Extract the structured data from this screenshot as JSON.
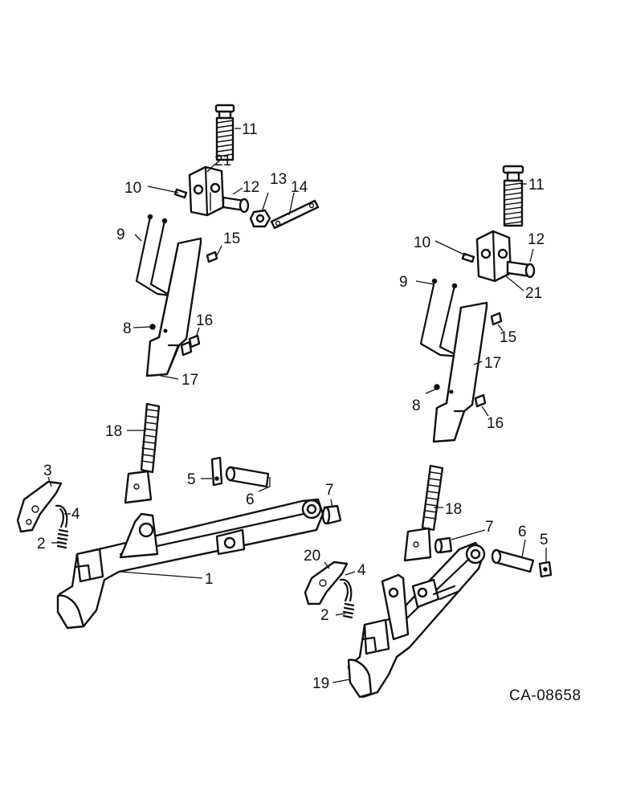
{
  "drawing_code": "CA-08658",
  "left_assembly": {
    "callouts": [
      "11",
      "21",
      "10",
      "12",
      "13",
      "14",
      "9",
      "15",
      "8",
      "16",
      "17",
      "18",
      "3",
      "4",
      "2",
      "5",
      "6",
      "7",
      "1"
    ]
  },
  "right_assembly": {
    "callouts": [
      "11",
      "10",
      "12",
      "21",
      "9",
      "15",
      "17",
      "8",
      "16",
      "18",
      "7",
      "6",
      "5",
      "20",
      "4",
      "2",
      "19"
    ]
  }
}
